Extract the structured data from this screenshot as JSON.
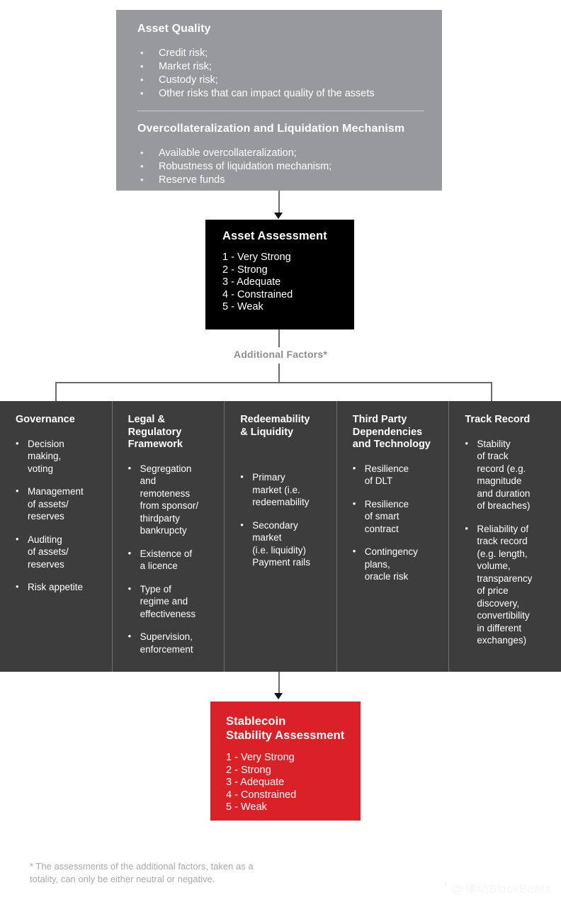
{
  "top_box": {
    "sections": [
      {
        "heading": "Asset Quality",
        "bullets": [
          "Credit risk;",
          "Market risk;",
          "Custody risk;",
          "Other risks that can impact quality of the assets"
        ]
      },
      {
        "heading": "Overcollateralization and Liquidation Mechanism",
        "bullets": [
          "Available overcollateralization;",
          "Robustness of liquidation mechanism;",
          "Reserve funds"
        ]
      }
    ]
  },
  "asset_assessment": {
    "heading": "Asset Assessment",
    "scale": [
      "1 - Very Strong",
      "2 - Strong",
      "3 - Adequate",
      "4 - Constrained",
      "5 - Weak"
    ]
  },
  "additional_factors_label": "Additional Factors*",
  "factors": [
    {
      "title": "Governance",
      "bullets": [
        "Decision\nmaking,\nvoting",
        "Management\nof assets/\nreserves",
        "Auditing\nof assets/\nreserves",
        "Risk appetite"
      ]
    },
    {
      "title": "Legal &\nRegulatory\nFramework",
      "bullets": [
        "Segregation\nand\nremoteness\nfrom sponsor/\nthirdparty\nbankrupcty",
        "Existence of\na licence",
        "Type of\nregime and\neffectiveness",
        "Supervision,\nenforcement"
      ]
    },
    {
      "title": "Redeemability\n& Liquidity",
      "bullets": [
        "Primary\nmarket (i.e.\nredeemability",
        "Secondary\nmarket\n(i.e. liquidity)\nPayment rails"
      ]
    },
    {
      "title": "Third Party\nDependencies\nand Technology",
      "bullets": [
        "Resilience\nof DLT",
        "Resilience\nof smart\ncontract",
        "Contingency\nplans,\noracle risk"
      ]
    },
    {
      "title": "Track Record",
      "bullets": [
        "Stability\nof track\nrecord (e.g.\nmagnitude\nand duration\nof breaches)",
        "Reliability of\ntrack record\n(e.g. length,\nvolume,\ntransparency\nof price\ndiscovery,\nconvertibility\nin different\nexchanges)"
      ]
    }
  ],
  "stablecoin_assessment": {
    "heading": "Stablecoin\nStability Assessment",
    "scale": [
      "1 - Very Strong",
      "2 - Strong",
      "3 - Adequate",
      "4 - Constrained",
      "5 - Weak"
    ]
  },
  "footnote": "* The assessments of the additional factors, taken as a\n   totality, can only be either neutral or negative.",
  "watermark": {
    "text": "@律动BlockBeats"
  },
  "colors": {
    "top_box_bg": "#97999c",
    "asset_box_bg": "#000000",
    "panel_bg": "#3d3d3d",
    "stablecoin_bg": "#da2128",
    "connector": "#6b6b6b",
    "label_text": "#8c8e91",
    "footnote_text": "#a7a9ac"
  }
}
